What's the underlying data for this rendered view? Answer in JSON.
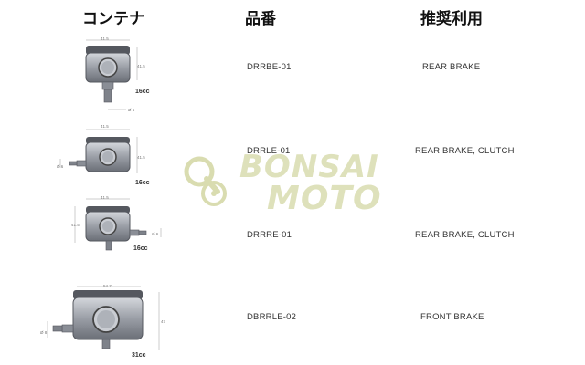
{
  "header": {
    "container": "コンテナ",
    "part_number": "品番",
    "recommended_use": "推奨利用"
  },
  "rows": [
    {
      "part_number": "DRRBE-01",
      "use": "REAR BRAKE",
      "capacity": "16cc",
      "dims": [
        "41.5",
        "41.5",
        "Ø 6"
      ]
    },
    {
      "part_number": "DRRLE-01",
      "use": "REAR BRAKE, CLUTCH",
      "capacity": "16cc",
      "dims": [
        "41.5",
        "41.5",
        "Ø 6"
      ]
    },
    {
      "part_number": "DRRRE-01",
      "use": "REAR BRAKE, CLUTCH",
      "capacity": "16cc",
      "dims": [
        "41.5",
        "41.5",
        "Ø 6"
      ]
    },
    {
      "part_number": "DBRRLE-02",
      "use": "FRONT BRAKE",
      "capacity": "31cc",
      "dims": [
        "54.7",
        "47",
        "Ø 8"
      ]
    }
  ],
  "watermark": {
    "line1": "BONSAI",
    "line2": "MOTO"
  },
  "colors": {
    "body_dark": "#55585f",
    "body_mid": "#9a9ea6",
    "body_light": "#d4d7dc",
    "watermark": "#d9dcb0"
  }
}
